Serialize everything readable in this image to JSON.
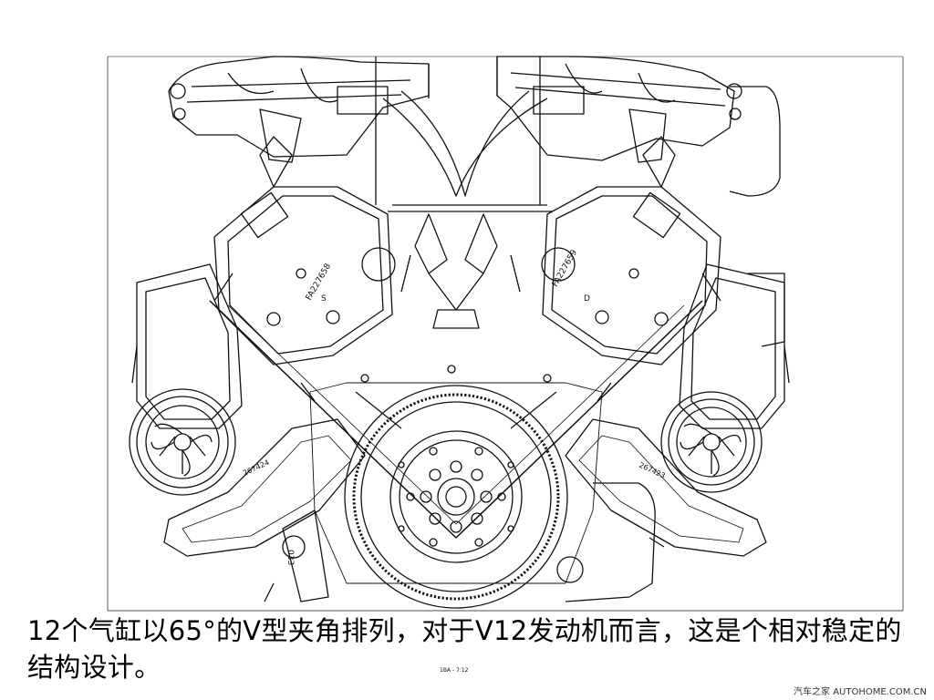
{
  "caption": "12个气缸以65°的V型夹角排列，对于V12发动机而言，这是个相对稳定的结构设计。",
  "watermark": "汽车之家 AUTOHOME.COM.CN",
  "labels": {
    "head_left_code": "FA227658",
    "head_left_letter": "S",
    "head_right_code": "FA227659",
    "head_right_letter": "D",
    "pump_left_code": "267424",
    "pump_right_code": "267423",
    "plate_code": "033",
    "scale_note": "1BA - 7:12"
  }
}
